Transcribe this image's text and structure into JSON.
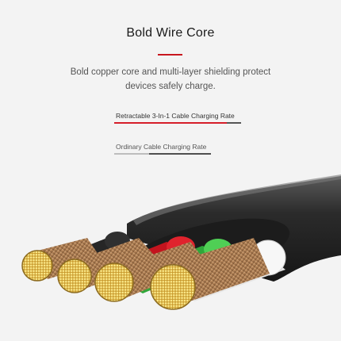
{
  "heading": "Bold Wire Core",
  "description": "Bold copper core and multi-layer shielding protect devices safely charge.",
  "fast_rate_label": "Retractable 3-In-1 Cable Charging Rate",
  "slow_rate_label": "Ordinary Cable Charging Rate",
  "colors": {
    "accent": "#c8161e",
    "fast_bar": "#d61e2a",
    "slow_bar": "#4f4f4f",
    "jacket": "#2a2a2a",
    "copper": "#b8875a"
  },
  "wire_colors": [
    "black",
    "red",
    "green",
    "white"
  ]
}
